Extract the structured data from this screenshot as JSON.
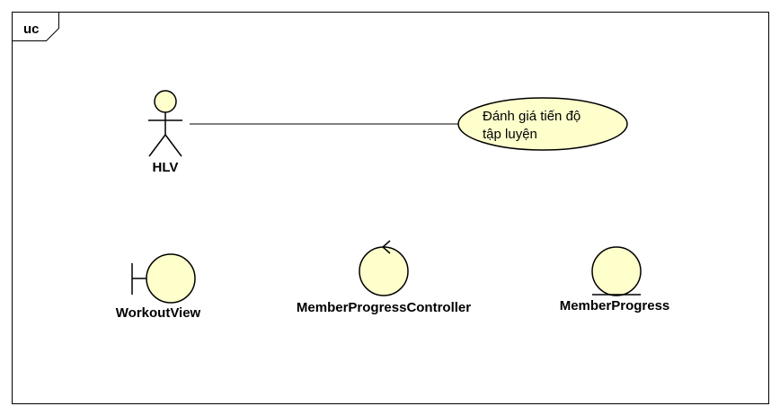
{
  "frame": {
    "label": "uc"
  },
  "actor": {
    "name": "HLV"
  },
  "usecase": {
    "line1": "Đánh giá tiến độ",
    "line2": "tập luyện"
  },
  "boundary": {
    "name": "WorkoutView"
  },
  "control": {
    "name": "MemberProgressController"
  },
  "entity": {
    "name": "MemberProgress"
  },
  "colors": {
    "fill": "#FFFFCC",
    "stroke": "#000000",
    "background": "#FFFFFF"
  }
}
